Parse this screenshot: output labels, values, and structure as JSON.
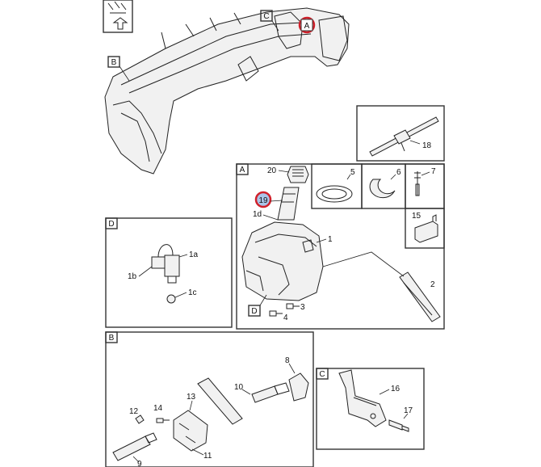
{
  "section_tags": {
    "a": "A",
    "b": "B",
    "c": "C",
    "d": "D"
  },
  "callouts": {
    "c1": "1",
    "c1a": "1a",
    "c1b": "1b",
    "c1c": "1c",
    "c1d": "1d",
    "c2": "2",
    "c3": "3",
    "c4": "4",
    "c5": "5",
    "c6": "6",
    "c7": "7",
    "c8": "8",
    "c9": "9",
    "c10": "10",
    "c11": "11",
    "c12": "12",
    "c13": "13",
    "c14": "14",
    "c15": "15",
    "c16": "16",
    "c17": "17",
    "c18": "18",
    "c19": "19",
    "c20": "20"
  },
  "colors": {
    "highlight_ring": "#d0202a",
    "highlight_fill": "#aac4e8",
    "line": "#222222"
  }
}
